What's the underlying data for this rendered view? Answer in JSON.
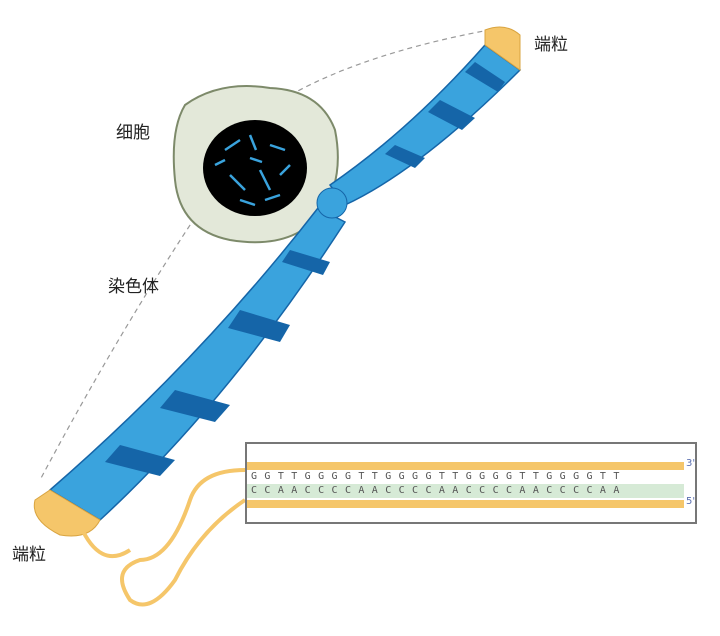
{
  "labels": {
    "telomere_top": "端粒",
    "cell": "细胞",
    "chromosome": "染色体",
    "telomere_bottom": "端粒"
  },
  "dna": {
    "top_seq": "GGTTGGGGTTGGGGTTGGGGTTGGGGTT",
    "bottom_seq": "CCAACCCCAACCCCAACCCCAACCCCAA",
    "top_end": "3'",
    "bottom_end": "5'"
  },
  "colors": {
    "chromosome": "#3aa3dd",
    "band": "#1565a8",
    "telomere": "#f5c66a",
    "cell": "#e3e8d9",
    "nucleus": "#000000",
    "complement": "#d6ead6"
  }
}
